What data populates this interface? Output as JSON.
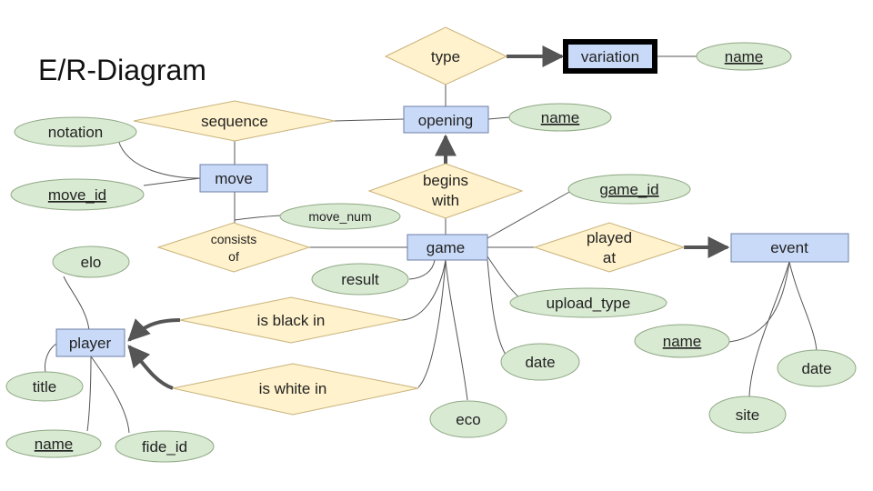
{
  "title": "E/R-Diagram",
  "colors": {
    "entity_fill": "#c9daf8",
    "entity_stroke": "#6d7fa6",
    "relation_fill": "#fff2cc",
    "relation_stroke": "#c9b27a",
    "attribute_fill": "#d9ead3",
    "attribute_stroke": "#8fa884",
    "edge": "#555555",
    "weak_border": "#000000"
  },
  "entities": {
    "variation": "variation",
    "opening": "opening",
    "move": "move",
    "game": "game",
    "event": "event",
    "player": "player"
  },
  "relationships": {
    "type": "type",
    "sequence": "sequence",
    "begins_with_1": "begins",
    "begins_with_2": "with",
    "consists_of_1": "consists",
    "consists_of_2": "of",
    "played_at_1": "played",
    "played_at_2": "at",
    "is_black_in": "is black in",
    "is_white_in": "is white in"
  },
  "attributes": {
    "variation_name": "name",
    "opening_name": "name",
    "notation": "notation",
    "move_id": "move_id",
    "move_num": "move_num",
    "game_id": "game_id",
    "result": "result",
    "upload_type": "upload_type",
    "game_date": "date",
    "eco": "eco",
    "event_name": "name",
    "event_date": "date",
    "site": "site",
    "elo": "elo",
    "title": "title",
    "player_name": "name",
    "fide_id": "fide_id"
  }
}
